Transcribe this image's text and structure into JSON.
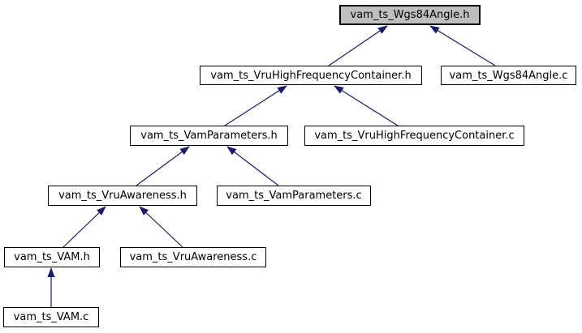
{
  "diagram": {
    "type": "include-dependency-graph",
    "colors": {
      "background": "#ffffff",
      "edge": "#191970",
      "node_border": "#000000",
      "node_fill": "#ffffff",
      "highlight_fill": "#bfbfbf"
    },
    "nodes": [
      {
        "id": "wgs84angle_h",
        "label": "vam_ts_Wgs84Angle.h",
        "highlighted": true
      },
      {
        "id": "vruhfc_h",
        "label": "vam_ts_VruHighFrequencyContainer.h",
        "highlighted": false
      },
      {
        "id": "wgs84angle_c",
        "label": "vam_ts_Wgs84Angle.c",
        "highlighted": false
      },
      {
        "id": "vamparameters_h",
        "label": "vam_ts_VamParameters.h",
        "highlighted": false
      },
      {
        "id": "vruhfc_c",
        "label": "vam_ts_VruHighFrequencyContainer.c",
        "highlighted": false
      },
      {
        "id": "vruawareness_h",
        "label": "vam_ts_VruAwareness.h",
        "highlighted": false
      },
      {
        "id": "vamparameters_c",
        "label": "vam_ts_VamParameters.c",
        "highlighted": false
      },
      {
        "id": "vam_h",
        "label": "vam_ts_VAM.h",
        "highlighted": false
      },
      {
        "id": "vruawareness_c",
        "label": "vam_ts_VruAwareness.c",
        "highlighted": false
      },
      {
        "id": "vam_c",
        "label": "vam_ts_VAM.c",
        "highlighted": false
      }
    ],
    "edges": [
      {
        "from": "vruhfc_h",
        "to": "wgs84angle_h"
      },
      {
        "from": "wgs84angle_c",
        "to": "wgs84angle_h"
      },
      {
        "from": "vamparameters_h",
        "to": "vruhfc_h"
      },
      {
        "from": "vruhfc_c",
        "to": "vruhfc_h"
      },
      {
        "from": "vruawareness_h",
        "to": "vamparameters_h"
      },
      {
        "from": "vamparameters_c",
        "to": "vamparameters_h"
      },
      {
        "from": "vam_h",
        "to": "vruawareness_h"
      },
      {
        "from": "vruawareness_c",
        "to": "vruawareness_h"
      },
      {
        "from": "vam_c",
        "to": "vam_h"
      }
    ]
  }
}
